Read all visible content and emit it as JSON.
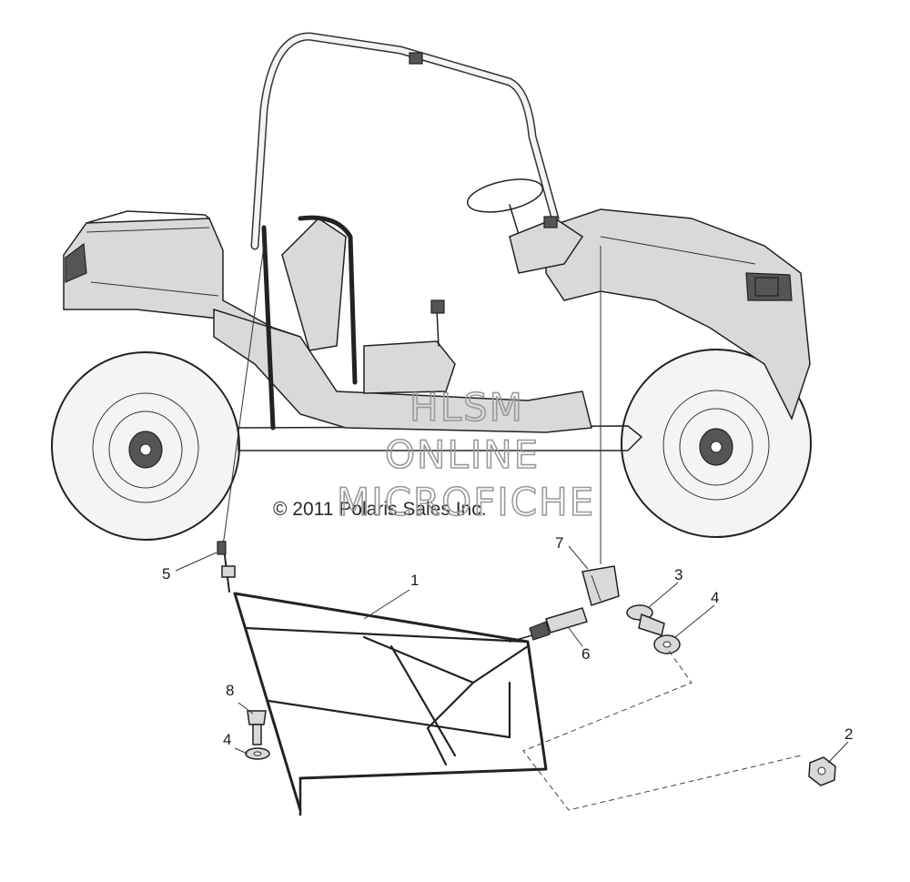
{
  "diagram": {
    "copyright": "© 2011 Polaris Sales Inc.",
    "watermark": {
      "line1": "HLSM",
      "line2": "ONLINE",
      "line3": "MICROFICHE"
    },
    "callouts": [
      {
        "id": "c1",
        "label": "1"
      },
      {
        "id": "c2",
        "label": "2"
      },
      {
        "id": "c3",
        "label": "3"
      },
      {
        "id": "c4a",
        "label": "4"
      },
      {
        "id": "c4b",
        "label": "4"
      },
      {
        "id": "c5",
        "label": "5"
      },
      {
        "id": "c6",
        "label": "6"
      },
      {
        "id": "c7",
        "label": "7"
      },
      {
        "id": "c8",
        "label": "8"
      }
    ]
  }
}
